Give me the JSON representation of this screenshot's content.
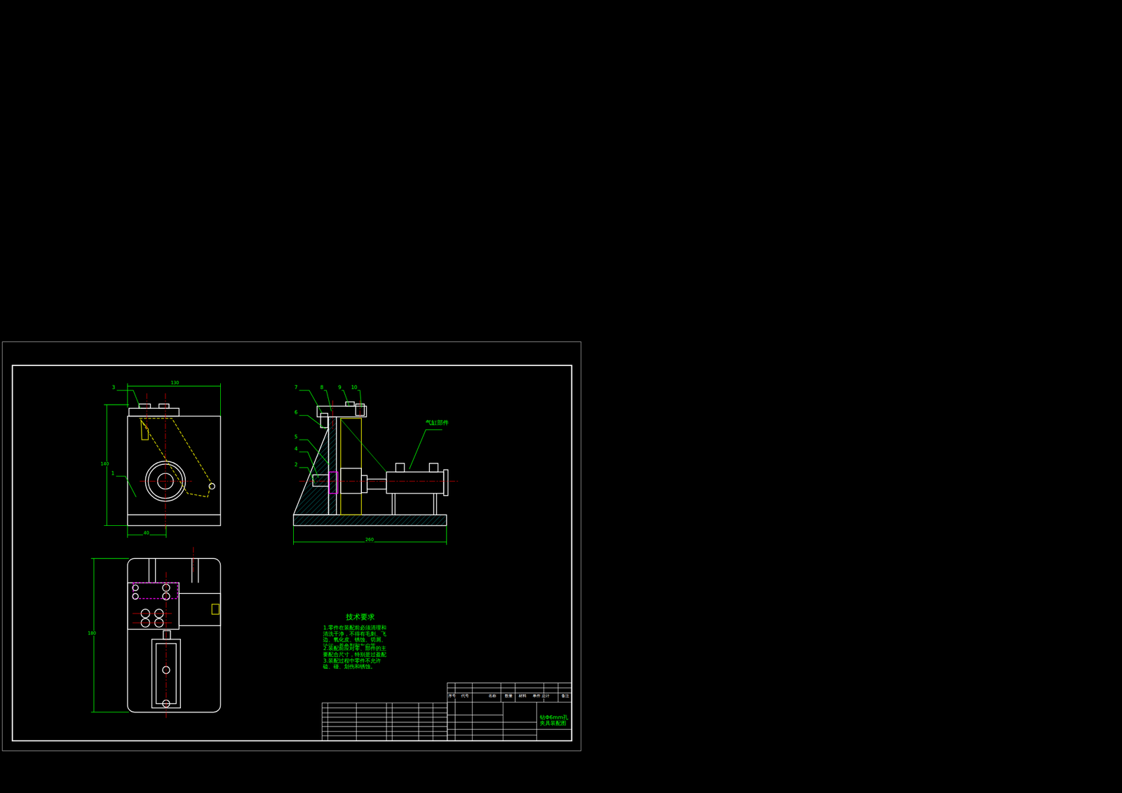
{
  "diagram": {
    "labels": [
      "3",
      "1",
      "130",
      "140",
      "40",
      "7",
      "8",
      "9",
      "10",
      "6",
      "5",
      "4",
      "2",
      "气缸部件",
      "260",
      "180",
      "技术要求",
      "1.零件在装配前必须清理和清洗干净，不得有毛刺、飞边、氧化皮、锈蚀、切屑、油污、着色剂和灰尘等。",
      "2.装配前应对零、部件的主要配合尺寸，特别是过盈配合尺寸及相关精度进行复查。",
      "3.装配过程中零件不允许磕、碰、划伤和锈蚀。",
      "钻Φ6mm孔夹具装配图",
      "序号",
      "代号",
      "名称",
      "数量",
      "材料",
      "单件 总计",
      "备注"
    ]
  }
}
